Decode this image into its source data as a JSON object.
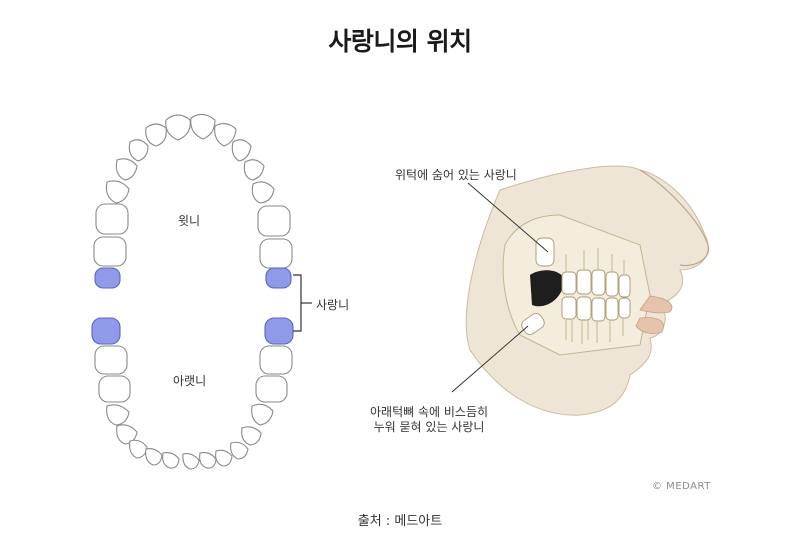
{
  "title": "사랑니의 위치",
  "arch": {
    "upper_label": "윗니",
    "lower_label": "아랫니",
    "bracket_label": "사랑니"
  },
  "side_view": {
    "upper_callout": "위턱에 숨어 있는 사랑니",
    "lower_callout_line1": "아래턱뼈 속에 비스듬히",
    "lower_callout_line2": "누워 묻혀 있는 사랑니",
    "credit": "© MEDART"
  },
  "source": "출처 : 메드아트",
  "colors": {
    "wisdom_tooth": "#8f9be8",
    "tooth_outline": "#7a7a7a",
    "skin": "#efe5d6"
  }
}
